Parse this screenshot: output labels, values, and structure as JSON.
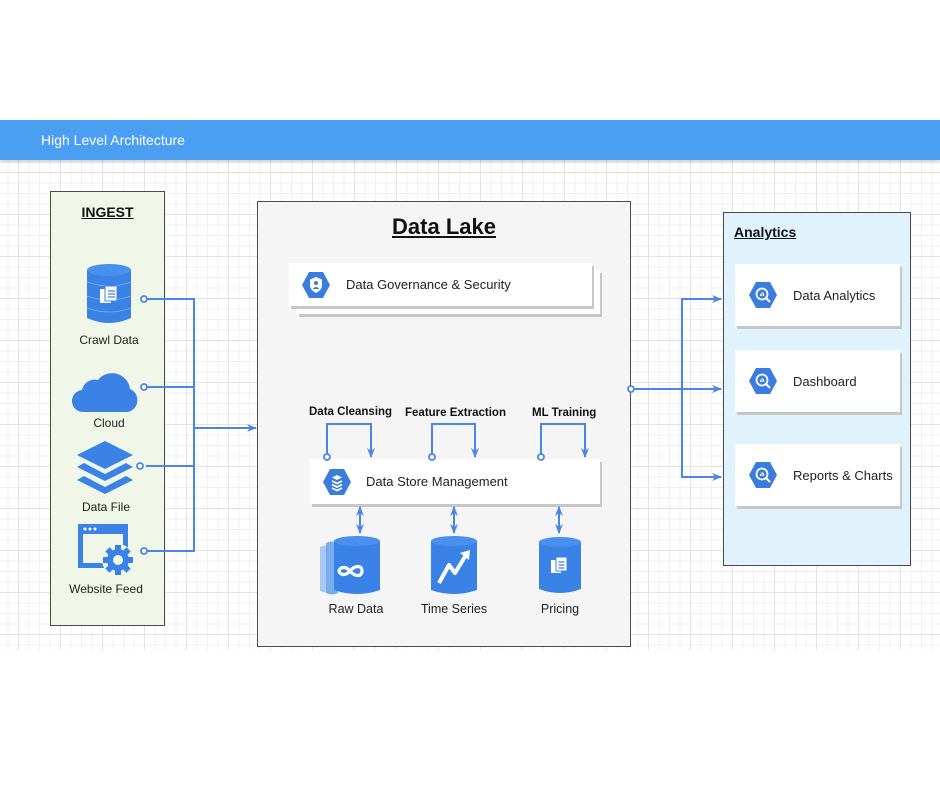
{
  "header": {
    "title": "High Level Architecture"
  },
  "colors": {
    "header": "#4a9ff2",
    "accent": "#3b7ddd",
    "connector": "#4a86e8",
    "ingest_bg": "#f0f6e8",
    "lake_bg": "#f5f5f5",
    "analytics_bg": "#e0f2fc"
  },
  "ingest": {
    "title": "INGEST",
    "items": [
      {
        "label": "Crawl Data",
        "icon": "database-documents-icon"
      },
      {
        "label": "Cloud",
        "icon": "cloud-icon"
      },
      {
        "label": "Data File",
        "icon": "layers-icon"
      },
      {
        "label": "Website Feed",
        "icon": "browser-gear-icon"
      }
    ]
  },
  "lake": {
    "title": "Data Lake",
    "governance": {
      "label": "Data Governance & Security",
      "icon": "security-shield-icon"
    },
    "store": {
      "label": "Data Store Management",
      "icon": "datastore-stack-icon"
    },
    "operations": [
      "Data Cleansing",
      "Feature Extraction",
      "ML Training"
    ],
    "stores": [
      {
        "label": "Raw Data",
        "icon": "database-infinity-icon"
      },
      {
        "label": "Time Series",
        "icon": "database-trend-icon"
      },
      {
        "label": "Pricing",
        "icon": "database-documents-icon"
      }
    ]
  },
  "analytics": {
    "title": "Analytics",
    "items": [
      {
        "label": "Data Analytics",
        "icon": "analytics-search-icon"
      },
      {
        "label": "Dashboard",
        "icon": "analytics-search-icon"
      },
      {
        "label": "Reports & Charts",
        "icon": "analytics-search-icon"
      }
    ]
  }
}
